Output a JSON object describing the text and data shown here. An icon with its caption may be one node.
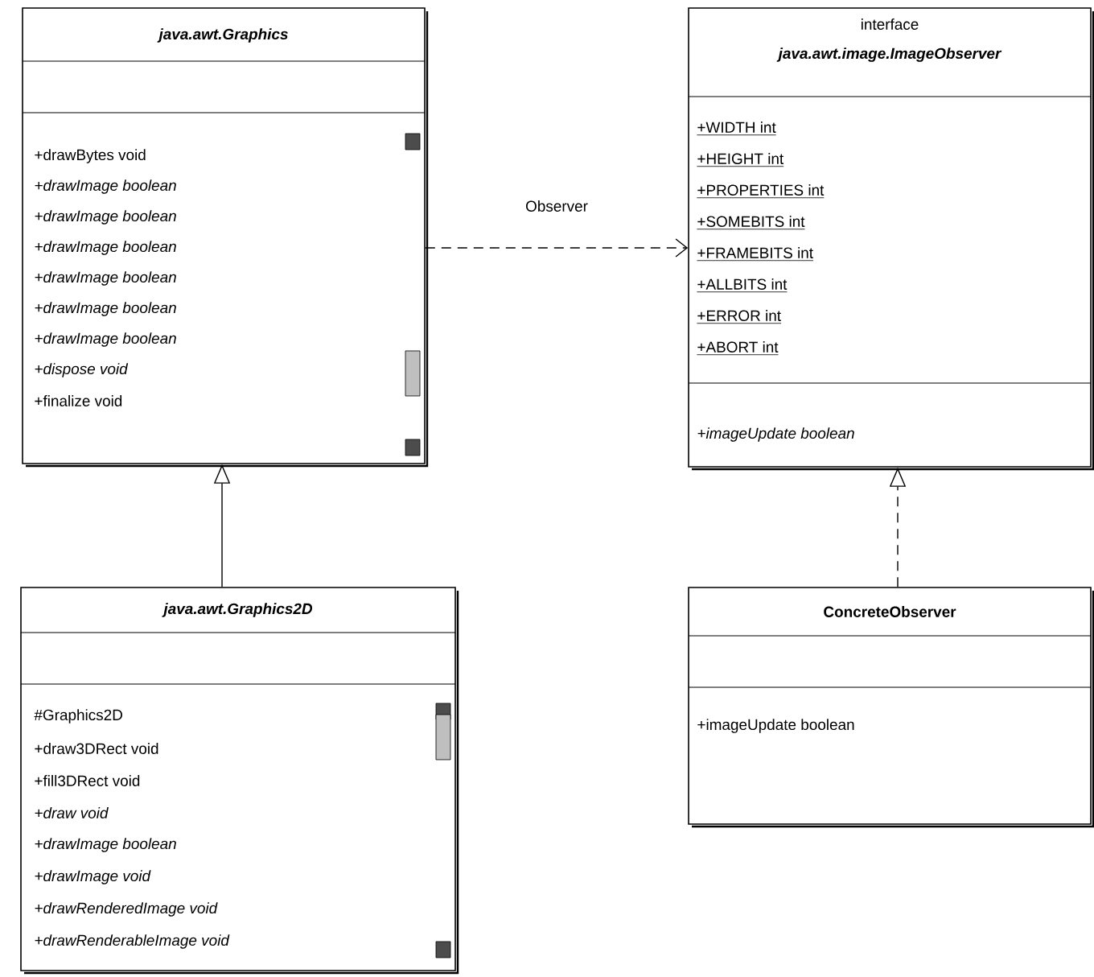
{
  "diagram": {
    "nodes": [
      {
        "text": [
          "java.awt.Graphics",
          "+drawBytes void",
          "+drawImage boolean",
          "+drawImage boolean",
          "+drawImage boolean",
          "+drawImage boolean",
          "+drawImage boolean",
          "+drawImage boolean",
          "+dispose void",
          "+finalize void"
        ]
      },
      {
        "text": [
          "java.awt.Graphics2D",
          "#Graphics2D",
          "+draw3DRect void",
          "+fill3DRect void",
          "+draw void",
          "+drawImage boolean",
          "+drawImage void",
          "+drawRenderedImage void",
          "+drawRenderableImage void"
        ]
      },
      {
        "text": [
          "interface",
          "java.awt.image.ImageObserver",
          "+WIDTH int",
          "+HEIGHT int",
          "+PROPERTIES int",
          "+SOMEBITS int",
          "+FRAMEBITS int",
          "+ALLBITS int",
          "+ERROR int",
          "+ABORT int",
          "+imageUpdate boolean"
        ]
      },
      {
        "text": [
          "ConcreteObserver",
          "+imageUpdate boolean"
        ]
      }
    ],
    "edges": [
      {
        "from": 1,
        "to": 0,
        "arrow": "to"
      },
      {
        "from": 0,
        "to": 2,
        "arrow": "to",
        "label": "Observer",
        "style": "dashed"
      },
      {
        "from": 3,
        "to": 2,
        "arrow": "to",
        "style": "dashed"
      }
    ]
  }
}
